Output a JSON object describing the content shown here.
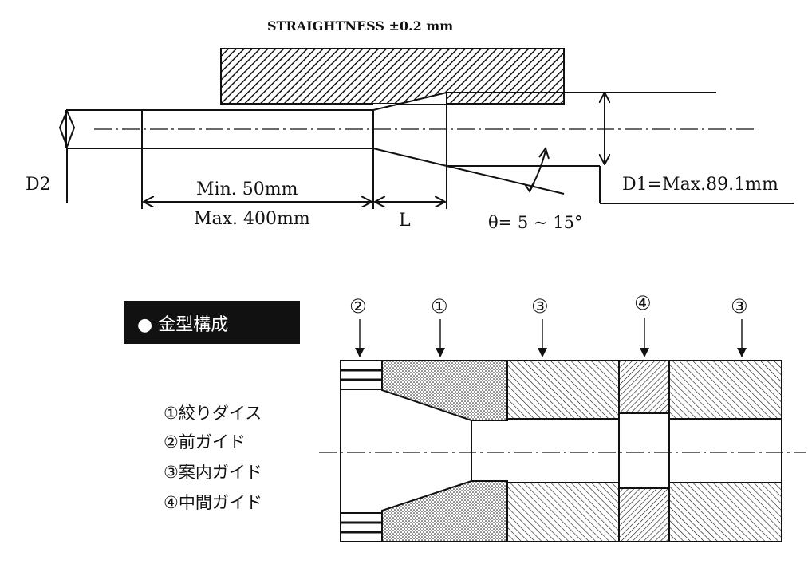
{
  "drawing": {
    "straightness": "STRAIGHTNESS ±0.2 mm",
    "d2_label": "D2",
    "d1_label": "D1=Max.89.1mm",
    "min_length": "Min.  50mm",
    "max_length": "Max. 400mm",
    "l_label": "L",
    "theta_label": "θ= 5 ~ 15°"
  },
  "die": {
    "header": "● 金型構成",
    "header_bg": "#111111",
    "markers": [
      "②",
      "①",
      "③",
      "④",
      "③"
    ],
    "legend": [
      "①絞りダイス",
      "②前ガイド",
      "③案内ガイド",
      "④中間ガイド"
    ]
  }
}
